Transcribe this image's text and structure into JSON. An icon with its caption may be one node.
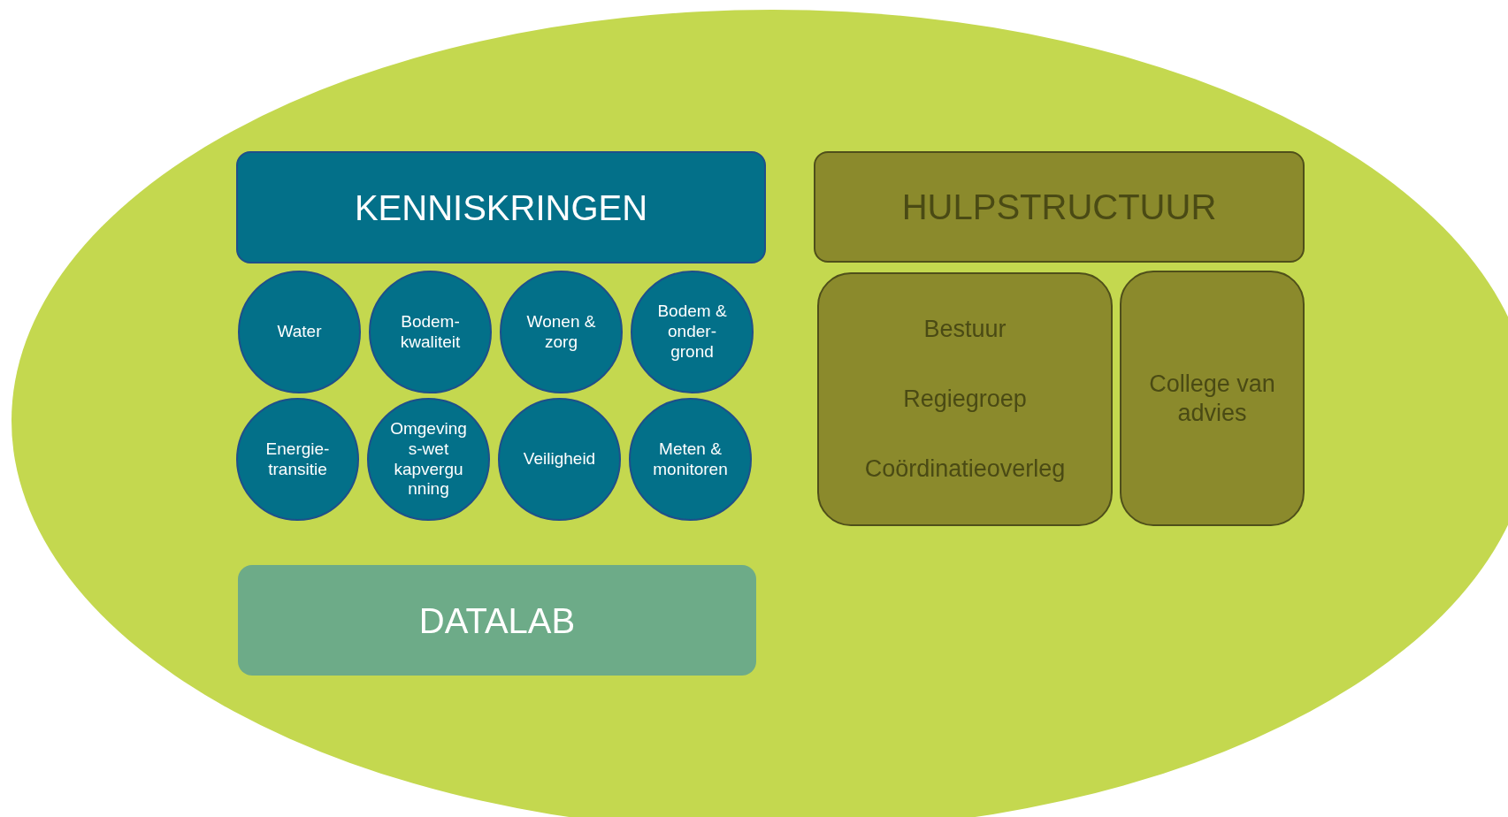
{
  "diagram": {
    "nodes": [
      {
        "text": [],
        "shape": "ellipse"
      },
      {
        "text": [
          "KENNISKRINGEN"
        ],
        "in": 0
      },
      {
        "text": [
          "HULPSTRUCTUUR"
        ],
        "in": 0
      },
      {
        "text": [
          "Water"
        ],
        "in": 0
      },
      {
        "text": [
          "Bodem- kwaliteit"
        ],
        "in": 0
      },
      {
        "text": [
          "Wonen & zorg"
        ],
        "in": 0
      },
      {
        "text": [
          "Bodem & onder- grond"
        ],
        "in": 0
      },
      {
        "text": [
          "Bestuur",
          "Regiegroep",
          "Coördinatieoverleg"
        ],
        "in": 0
      },
      {
        "text": [
          "College van advies"
        ],
        "in": 0
      },
      {
        "text": [
          "Energie- transitie"
        ],
        "in": 0
      },
      {
        "text": [
          "Omgevings-wet kapvergunning"
        ],
        "in": 0
      },
      {
        "text": [
          "Veiligheid"
        ],
        "in": 0
      },
      {
        "text": [
          "Meten & monitoren"
        ],
        "in": 0
      },
      {
        "text": [
          "DATALAB"
        ],
        "in": 0
      }
    ],
    "edges": []
  }
}
